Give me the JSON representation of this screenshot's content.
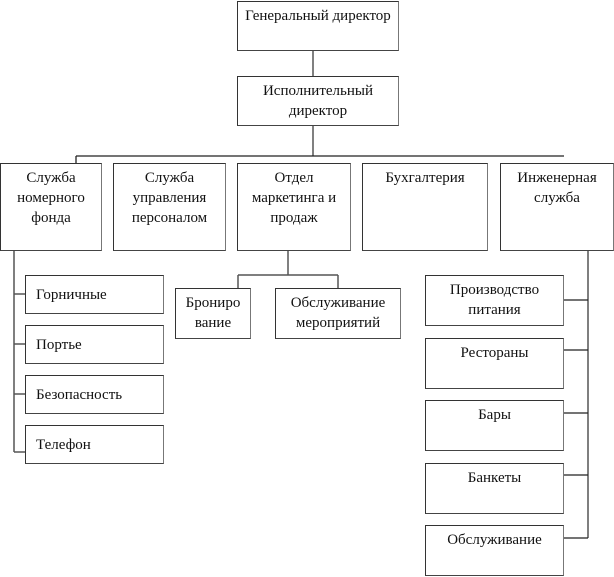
{
  "diagram": {
    "type": "org-chart",
    "root": {
      "label": "Генеральный директор"
    },
    "executive": {
      "label": "Исполнительный директор"
    },
    "departments": [
      {
        "label": "Служба номерного фонда",
        "children": [
          "Горничные",
          "Портье",
          "Безопасность",
          "Телефон"
        ]
      },
      {
        "label": "Служба управления персоналом",
        "children": []
      },
      {
        "label": "Отдел маркетинга и продаж",
        "children": [
          "Брониро вание",
          "Обслуживание мероприятий"
        ]
      },
      {
        "label": "Бухгалтерия",
        "children": []
      },
      {
        "label": "Инженерная служба",
        "children": [
          "Производство питания",
          "Рестораны",
          "Бары",
          "Банкеты",
          "Обслуживание"
        ]
      }
    ]
  }
}
